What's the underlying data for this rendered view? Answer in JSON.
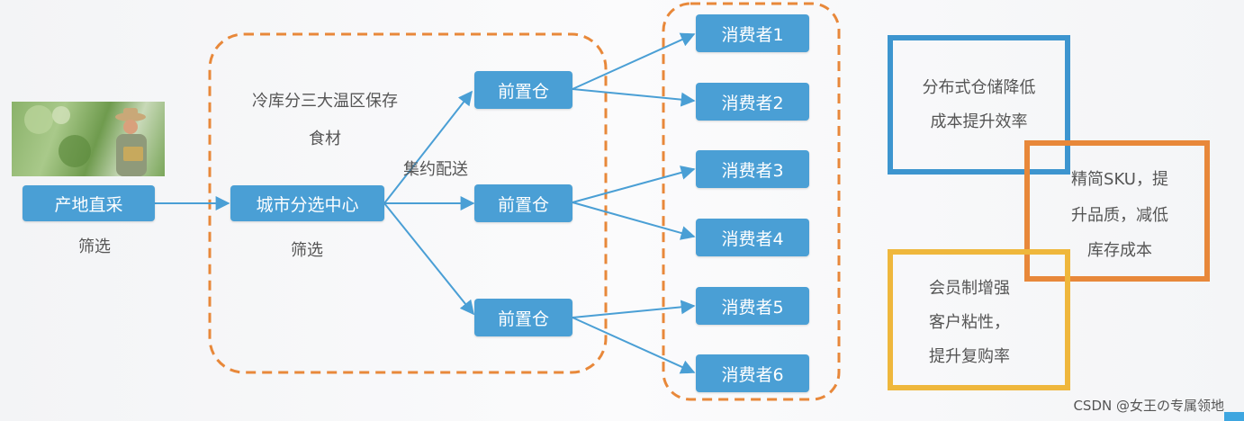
{
  "nodes": {
    "origin": "产地直采",
    "city_center": "城市分选中心",
    "front_warehouse_1": "前置仓",
    "front_warehouse_2": "前置仓",
    "front_warehouse_3": "前置仓",
    "consumer_1": "消费者1",
    "consumer_2": "消费者2",
    "consumer_3": "消费者3",
    "consumer_4": "消费者4",
    "consumer_5": "消费者5",
    "consumer_6": "消费者6"
  },
  "labels": {
    "origin_filter": "筛选",
    "city_filter": "筛选",
    "cold_storage_line1": "冷库分三大温区保存",
    "cold_storage_line2": "食材",
    "consolidated_delivery": "集约配送"
  },
  "notes": {
    "blue_line1": "分布式仓储降低",
    "blue_line2": "成本提升效率",
    "orange_line1": "精简SKU，提",
    "orange_line2": "升品质，减低",
    "orange_line3": "库存成本",
    "yellow_line1": "会员制增强",
    "yellow_line2": "客户粘性，",
    "yellow_line3": "提升复购率"
  },
  "watermark": "CSDN @女王の专属领地",
  "colors": {
    "node_fill": "#4a9fd5",
    "arrow": "#4a9fd5",
    "dashed_border": "#e8883a",
    "note_blue": "#3d95cf",
    "note_orange": "#e8883a",
    "note_yellow": "#efb73c"
  }
}
